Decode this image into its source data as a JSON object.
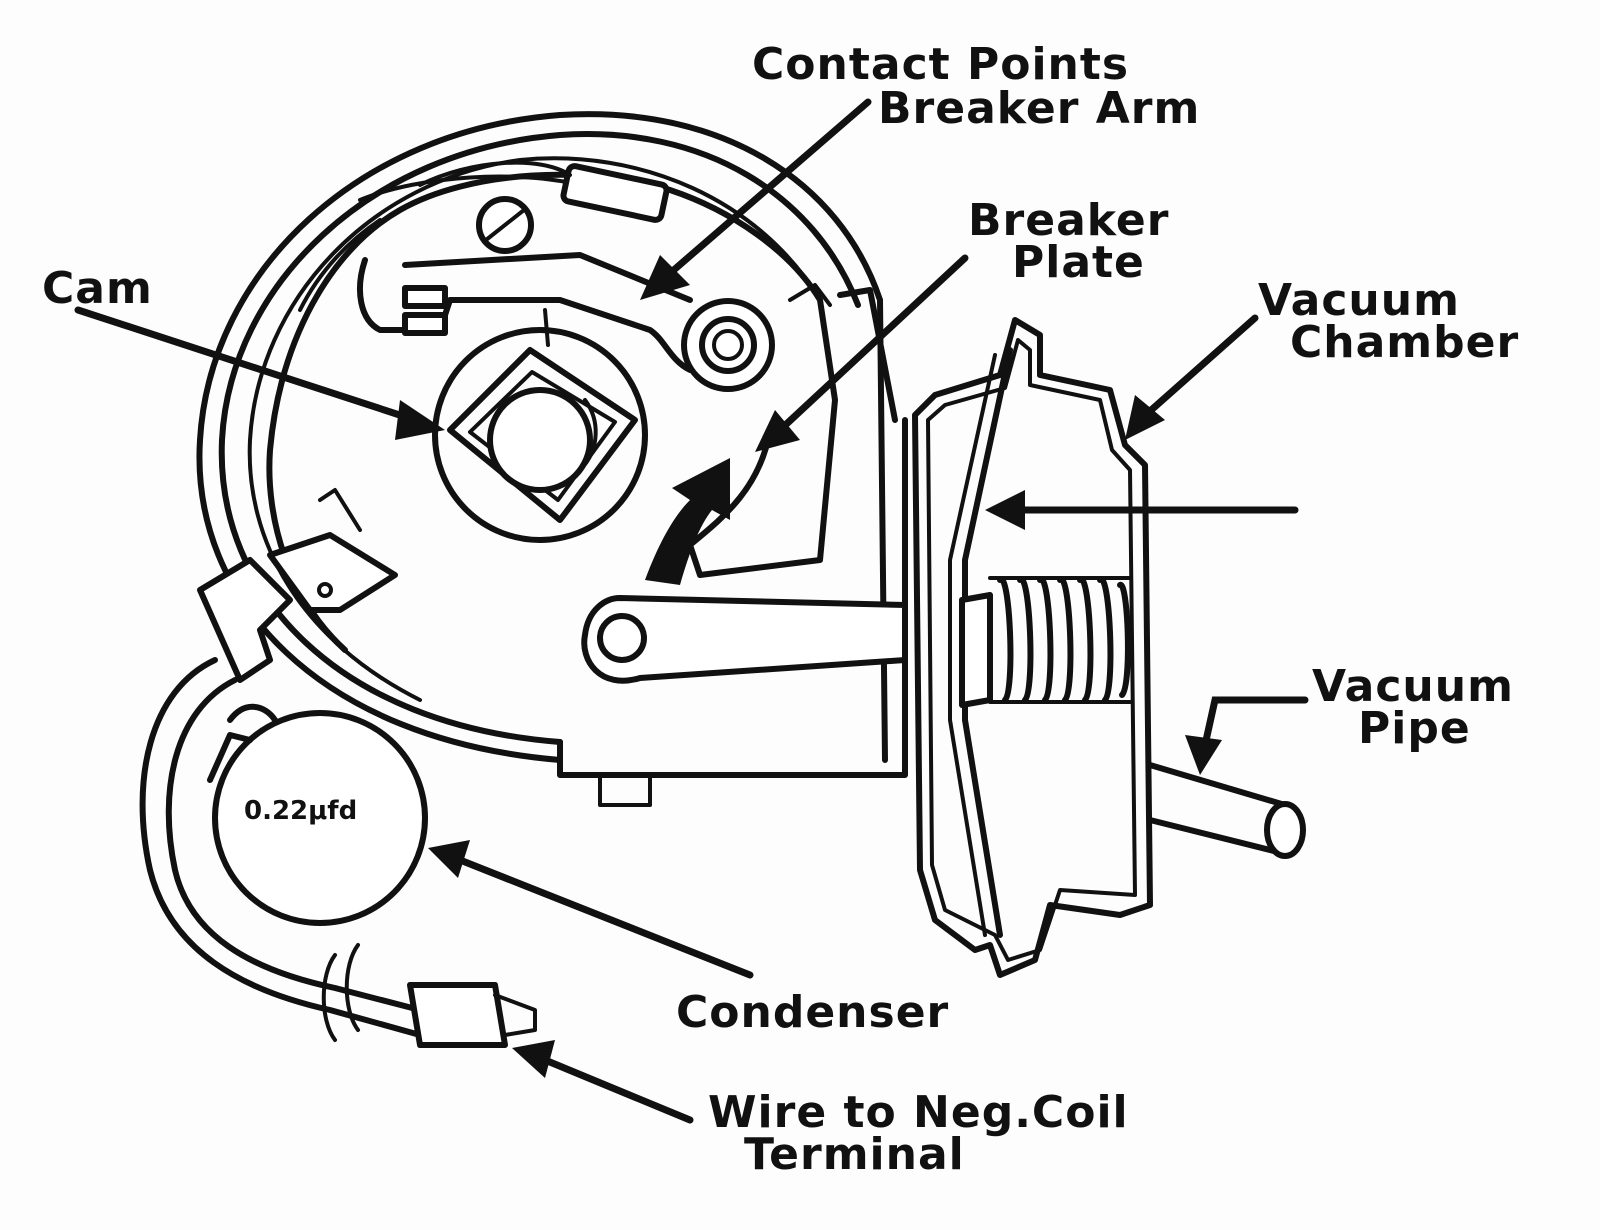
{
  "labels": {
    "contact_points": "Contact Points",
    "breaker_arm": "Breaker Arm",
    "breaker_plate_line1": "Breaker",
    "breaker_plate_line2": "Plate",
    "cam": "Cam",
    "vacuum_chamber_line1": "Vacuum",
    "vacuum_chamber_line2": "Chamber",
    "vacuum_pipe_line1": "Vacuum",
    "vacuum_pipe_line2": "Pipe",
    "condenser": "Condenser",
    "wire_line1": "Wire to Neg.Coil",
    "wire_line2": "Terminal",
    "condenser_rating": "0.22μfd"
  },
  "colors": {
    "ink": "#111111",
    "paper": "#fdfdfd"
  }
}
